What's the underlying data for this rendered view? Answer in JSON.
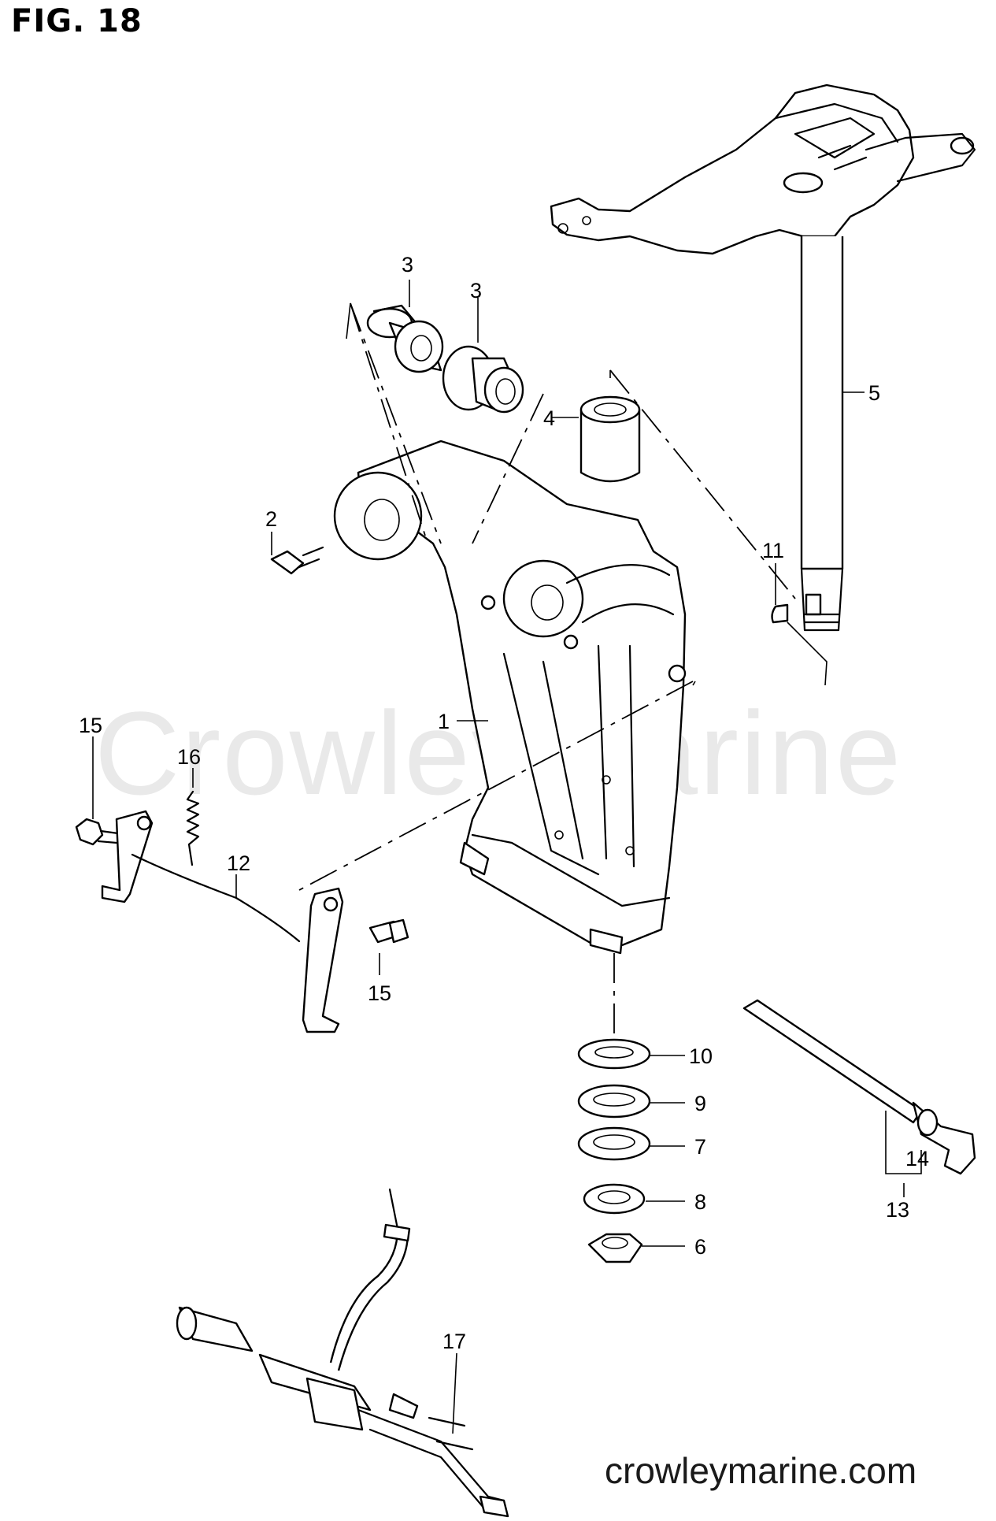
{
  "figure": {
    "title": "FIG. 18"
  },
  "watermark": "CrowleyMarine",
  "footer": {
    "website": "crowleymarine.com"
  },
  "callouts": [
    {
      "id": "label-1",
      "text": "1"
    },
    {
      "id": "label-2",
      "text": "2"
    },
    {
      "id": "label-3a",
      "text": "3"
    },
    {
      "id": "label-3b",
      "text": "3"
    },
    {
      "id": "label-4",
      "text": "4"
    },
    {
      "id": "label-5",
      "text": "5"
    },
    {
      "id": "label-6",
      "text": "6"
    },
    {
      "id": "label-7",
      "text": "7"
    },
    {
      "id": "label-8",
      "text": "8"
    },
    {
      "id": "label-9",
      "text": "9"
    },
    {
      "id": "label-10",
      "text": "10"
    },
    {
      "id": "label-11",
      "text": "11"
    },
    {
      "id": "label-12",
      "text": "12"
    },
    {
      "id": "label-13",
      "text": "13"
    },
    {
      "id": "label-14",
      "text": "14"
    },
    {
      "id": "label-15a",
      "text": "15"
    },
    {
      "id": "label-15b",
      "text": "15"
    },
    {
      "id": "label-16",
      "text": "16"
    },
    {
      "id": "label-17",
      "text": "17"
    }
  ]
}
